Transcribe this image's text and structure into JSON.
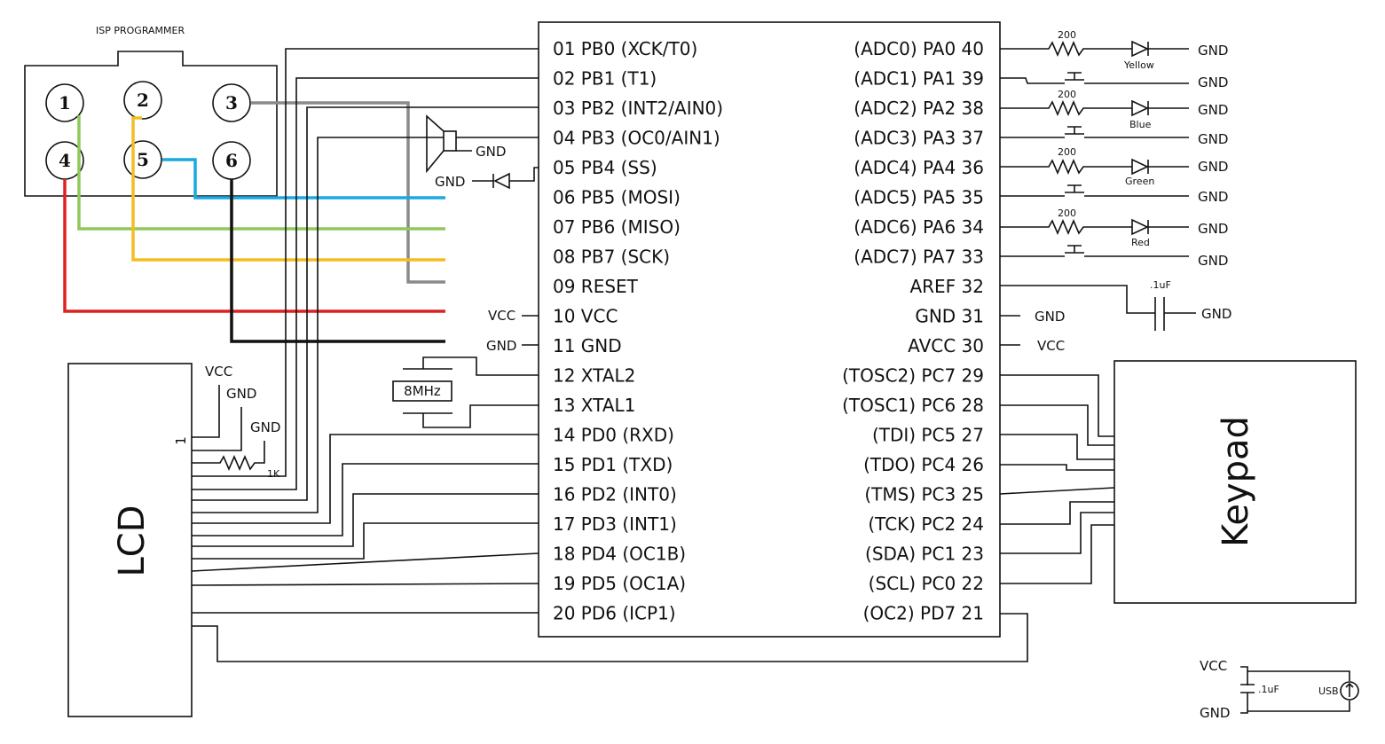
{
  "isp": {
    "title": "ISP PROGRAMMER",
    "pins": [
      "1",
      "2",
      "3",
      "4",
      "5",
      "6"
    ],
    "wire_colors": {
      "mosi": "#1ba9e0",
      "miso": "#8fc95a",
      "sck": "#f4bd22",
      "reset": "#8a8a8a",
      "vcc": "#e02020",
      "gnd": "#111111"
    }
  },
  "mcu": {
    "left_pins": [
      "01 PB0 (XCK/T0)",
      "02 PB1 (T1)",
      "03 PB2 (INT2/AIN0)",
      "04 PB3 (OC0/AIN1)",
      "05 PB4 (SS)",
      "06 PB5 (MOSI)",
      "07 PB6 (MISO)",
      "08 PB7 (SCK)",
      "09 RESET",
      "10 VCC",
      "11 GND",
      "12 XTAL2",
      "13 XTAL1",
      "14 PD0 (RXD)",
      "15 PD1 (TXD)",
      "16 PD2 (INT0)",
      "17 PD3 (INT1)",
      "18 PD4 (OC1B)",
      "19 PD5 (OC1A)",
      "20 PD6 (ICP1)"
    ],
    "right_pins": [
      "(ADC0) PA0 40",
      "(ADC1) PA1 39",
      "(ADC2) PA2 38",
      "(ADC3) PA3 37",
      "(ADC4) PA4 36",
      "(ADC5) PA5 35",
      "(ADC6) PA6 34",
      "(ADC7) PA7 33",
      "AREF 32",
      "GND 31",
      "AVCC 30",
      "(TOSC2) PC7 29",
      "(TOSC1) PC6 28",
      "(TDI) PC5 27",
      "(TDO) PC4 26",
      "(TMS) PC3 25",
      "(TCK) PC2 24",
      "(SDA) PC1 23",
      "(SCL) PC0 22",
      "(OC2) PD7 21"
    ]
  },
  "labels": {
    "gnd": "GND",
    "vcc": "VCC",
    "crystal": "8MHz",
    "resistor_200": "200",
    "resistor_1k": "1K",
    "cap": ".1uF",
    "lcd": "LCD",
    "lcd_pin1": "1",
    "keypad": "Keypad",
    "usb": "USB"
  },
  "led_colors": [
    "Yellow",
    "Blue",
    "Green",
    "Red"
  ]
}
